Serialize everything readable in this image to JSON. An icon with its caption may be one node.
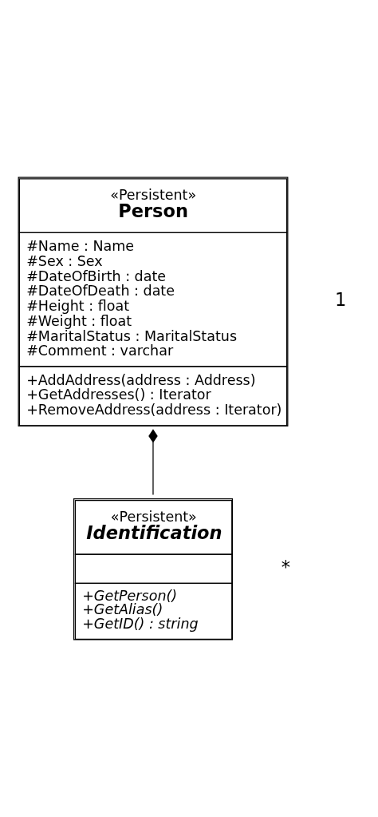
{
  "diagram": {
    "nodes": [
      {
        "text": [
          "«Persistent»",
          "Person",
          "#Name : Name",
          "#Sex : Sex",
          "#DateOfBirth : date",
          "#DateOfDeath : date",
          "#Height : float",
          "#Weight : float",
          "#MaritalStatus : MaritalStatus",
          "#Comment : varchar",
          "+AddAddress(address : Address)",
          "+GetAddresses() : Iterator",
          "+RemoveAddress(address : Iterator)"
        ]
      },
      {
        "text": [
          "«Persistent»",
          "Identification",
          "+GetPerson()",
          "+GetAlias()",
          "+GetID() : string"
        ]
      }
    ],
    "edges": [
      {
        "from": 0,
        "to": 1,
        "arrow": "other"
      }
    ],
    "labels": [
      "1",
      "*"
    ]
  }
}
